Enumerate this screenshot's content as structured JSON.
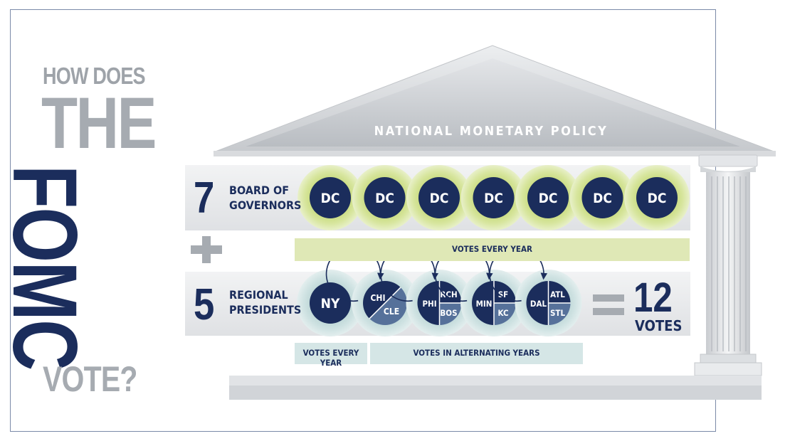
{
  "title": {
    "line1": "HOW DOES",
    "line2": "THE",
    "line3": "FOMC",
    "line4": "VOTE?"
  },
  "pediment_label": "NATIONAL MONETARY POLICY",
  "board": {
    "count": "7",
    "label": "BOARD OF GOVERNORS",
    "members": [
      "DC",
      "DC",
      "DC",
      "DC",
      "DC",
      "DC",
      "DC"
    ],
    "vote_note": "VOTES EVERY YEAR"
  },
  "plus_sign": "+",
  "regional": {
    "count": "5",
    "label": "REGIONAL PRESIDENTS",
    "permanent": {
      "label": "NY",
      "vote_note": "VOTES EVERY YEAR"
    },
    "rotating": [
      {
        "banks": [
          "CHI",
          "CLE"
        ]
      },
      {
        "banks": [
          "RCH",
          "PHI",
          "BOS"
        ]
      },
      {
        "banks": [
          "SF",
          "MIN",
          "KC"
        ]
      },
      {
        "banks": [
          "ATL",
          "DAL",
          "STL"
        ]
      }
    ],
    "rotating_note": "VOTES IN ALTERNATING YEARS"
  },
  "total": {
    "equals": "=",
    "count": "12",
    "unit": "VOTES"
  },
  "colors": {
    "navy": "#1b2d5c",
    "green_glow": "#d3e394",
    "teal_glow": "#cfe3e3",
    "gray": "#a6abb1",
    "slate": "#56719a"
  }
}
